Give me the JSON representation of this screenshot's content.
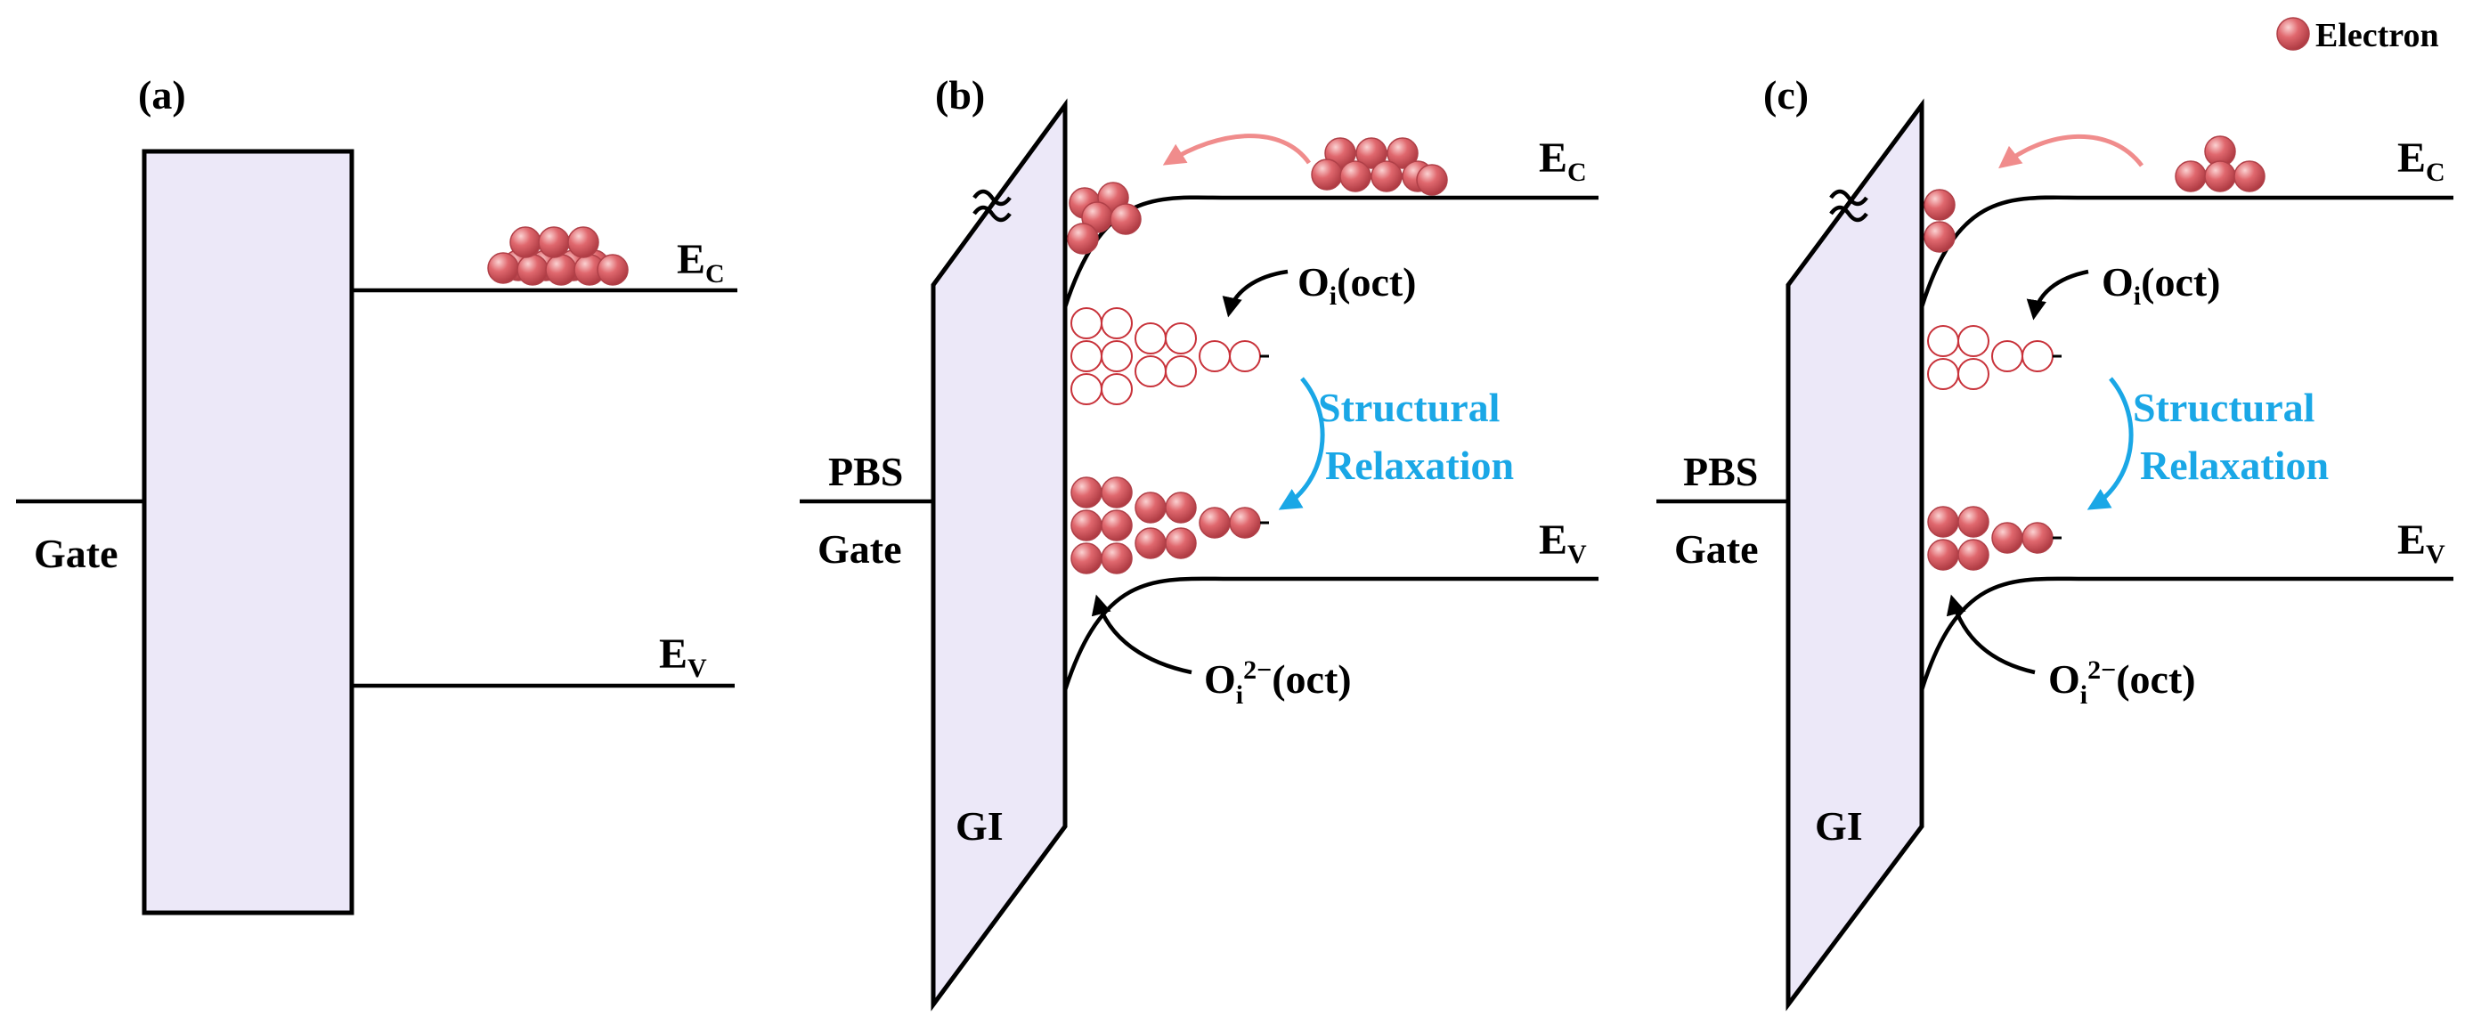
{
  "legend": {
    "label": "Electron"
  },
  "colors": {
    "electron_fill": "#e0686e",
    "electron_stroke": "#b04048",
    "empty_trap_stroke": "#c8323a",
    "gate_fill": "#ece8f8",
    "relaxation_arrow": "#1aa7e6",
    "transfer_arrow": "#f08c8c"
  },
  "panels": {
    "a": {
      "label": "(a)",
      "gate_label": "Gate",
      "ec": {
        "main": "E",
        "sub": "C"
      },
      "ev": {
        "main": "E",
        "sub": "V"
      }
    },
    "b": {
      "label": "(b)",
      "pbs_label": "PBS",
      "gate_label": "Gate",
      "gi_label": "GI",
      "ec": {
        "main": "E",
        "sub": "C"
      },
      "ev": {
        "main": "E",
        "sub": "V"
      },
      "trap_upper": {
        "main": "O",
        "sub": "i",
        "rest": "(oct)"
      },
      "trap_lower": {
        "main": "O",
        "sub": "i",
        "sup": "2−",
        "rest": "(oct)"
      },
      "relaxation": {
        "line1": "Structural",
        "line2": "Relaxation"
      }
    },
    "c": {
      "label": "(c)",
      "pbs_label": "PBS",
      "gate_label": "Gate",
      "gi_label": "GI",
      "ec": {
        "main": "E",
        "sub": "C"
      },
      "ev": {
        "main": "E",
        "sub": "V"
      },
      "trap_upper": {
        "main": "O",
        "sub": "i",
        "rest": "(oct)"
      },
      "trap_lower": {
        "main": "O",
        "sub": "i",
        "sup": "2−",
        "rest": "(oct)"
      },
      "relaxation": {
        "line1": "Structural",
        "line2": "Relaxation"
      }
    }
  }
}
